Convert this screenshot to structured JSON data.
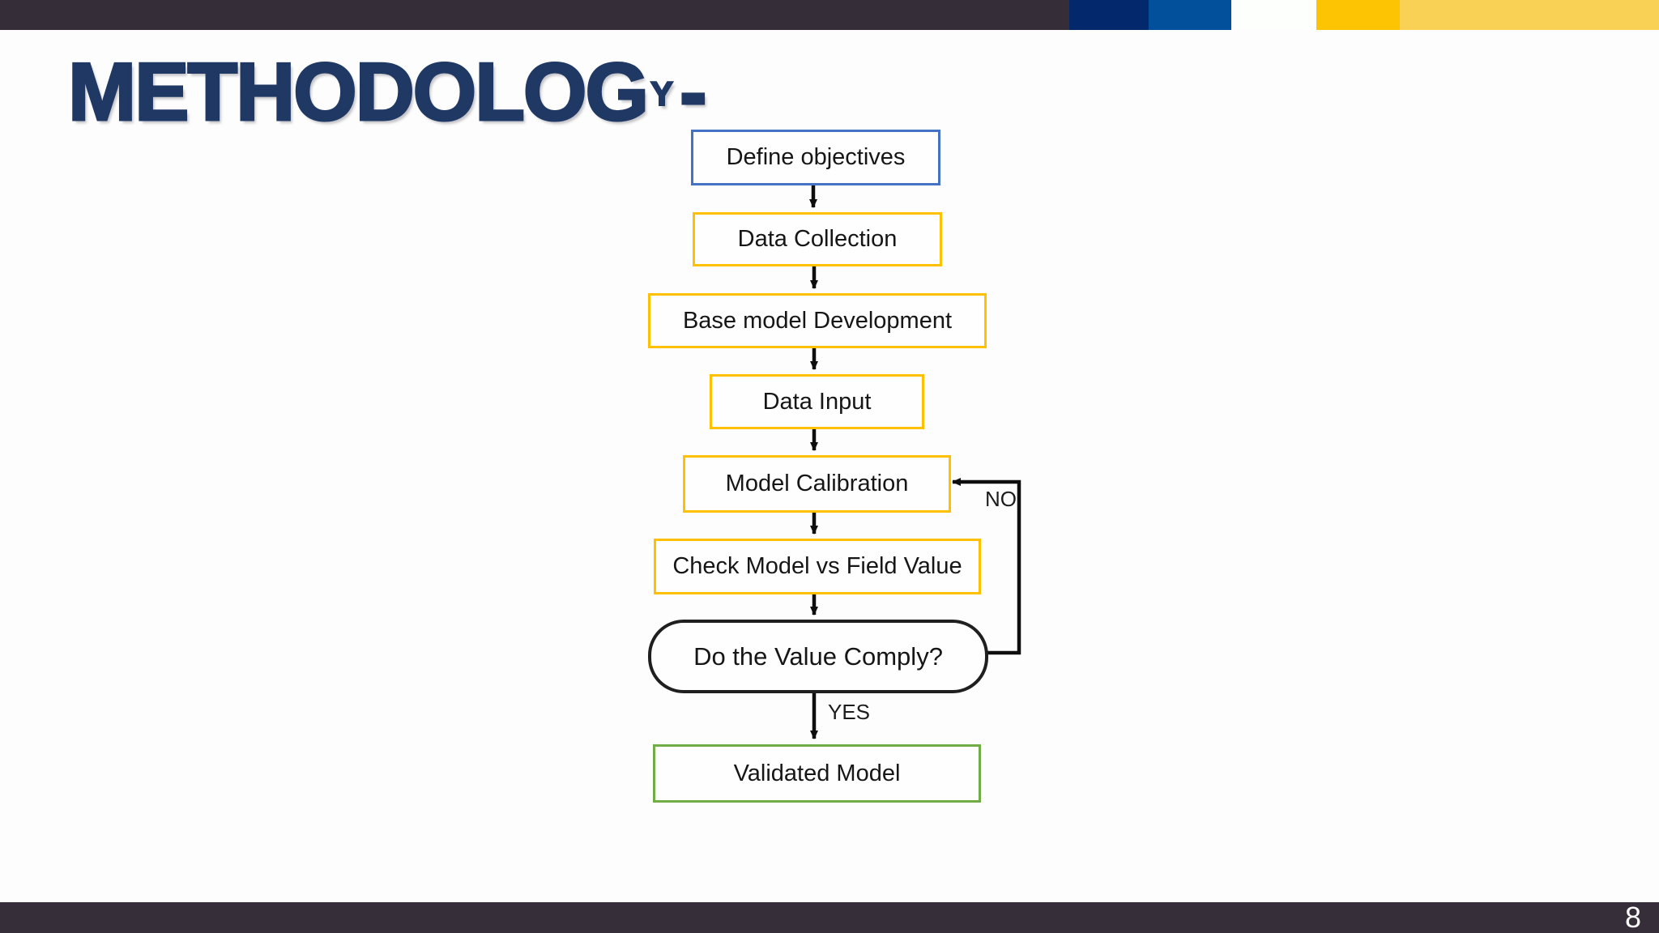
{
  "slide": {
    "title": {
      "main": "METHODOLOG",
      "small_letter": "Y",
      "dash": "-"
    }
  },
  "top_bar": {
    "segments": [
      {
        "name": "dark",
        "color": "#352e38"
      },
      {
        "name": "navy",
        "color": "#03286b"
      },
      {
        "name": "blue",
        "color": "#02509b"
      },
      {
        "name": "white",
        "color": "#fdfffd"
      },
      {
        "name": "gold",
        "color": "#fcc403"
      },
      {
        "name": "light-gold",
        "color": "#f9d155"
      }
    ]
  },
  "flowchart": {
    "nodes": [
      {
        "id": "define-objectives",
        "label": "Define objectives",
        "shape": "rectangle",
        "border_color": "#4472c4"
      },
      {
        "id": "data-collection",
        "label": "Data Collection",
        "shape": "rectangle",
        "border_color": "#ffc000"
      },
      {
        "id": "base-model-development",
        "label": "Base model Development",
        "shape": "rectangle",
        "border_color": "#ffc000"
      },
      {
        "id": "data-input",
        "label": "Data Input",
        "shape": "rectangle",
        "border_color": "#ffc000"
      },
      {
        "id": "model-calibration",
        "label": "Model Calibration",
        "shape": "rectangle",
        "border_color": "#ffc000"
      },
      {
        "id": "check-model-vs-field-value",
        "label": "Check Model vs Field Value",
        "shape": "rectangle",
        "border_color": "#ffc000"
      },
      {
        "id": "do-the-value-comply",
        "label": "Do the Value Comply?",
        "shape": "stadium",
        "border_color": "#1f1f1f"
      },
      {
        "id": "validated-model",
        "label": "Validated Model",
        "shape": "rectangle",
        "border_color": "#70ad47"
      }
    ],
    "edges": [
      {
        "from": "define-objectives",
        "to": "data-collection",
        "label": ""
      },
      {
        "from": "data-collection",
        "to": "base-model-development",
        "label": ""
      },
      {
        "from": "base-model-development",
        "to": "data-input",
        "label": ""
      },
      {
        "from": "data-input",
        "to": "model-calibration",
        "label": ""
      },
      {
        "from": "model-calibration",
        "to": "check-model-vs-field-value",
        "label": ""
      },
      {
        "from": "check-model-vs-field-value",
        "to": "do-the-value-comply",
        "label": ""
      },
      {
        "from": "do-the-value-comply",
        "to": "validated-model",
        "label": "YES"
      },
      {
        "from": "do-the-value-comply",
        "to": "model-calibration",
        "label": "NO"
      }
    ],
    "edge_labels": {
      "no": "NO",
      "yes": "YES"
    },
    "arrow_color": "#0e0e0e",
    "text_color": "#161616"
  },
  "footer": {
    "page_number": "8",
    "bar_color": "#362f39"
  },
  "theme": {
    "title_color": "#1f3864",
    "background": "#fdfdfd"
  }
}
